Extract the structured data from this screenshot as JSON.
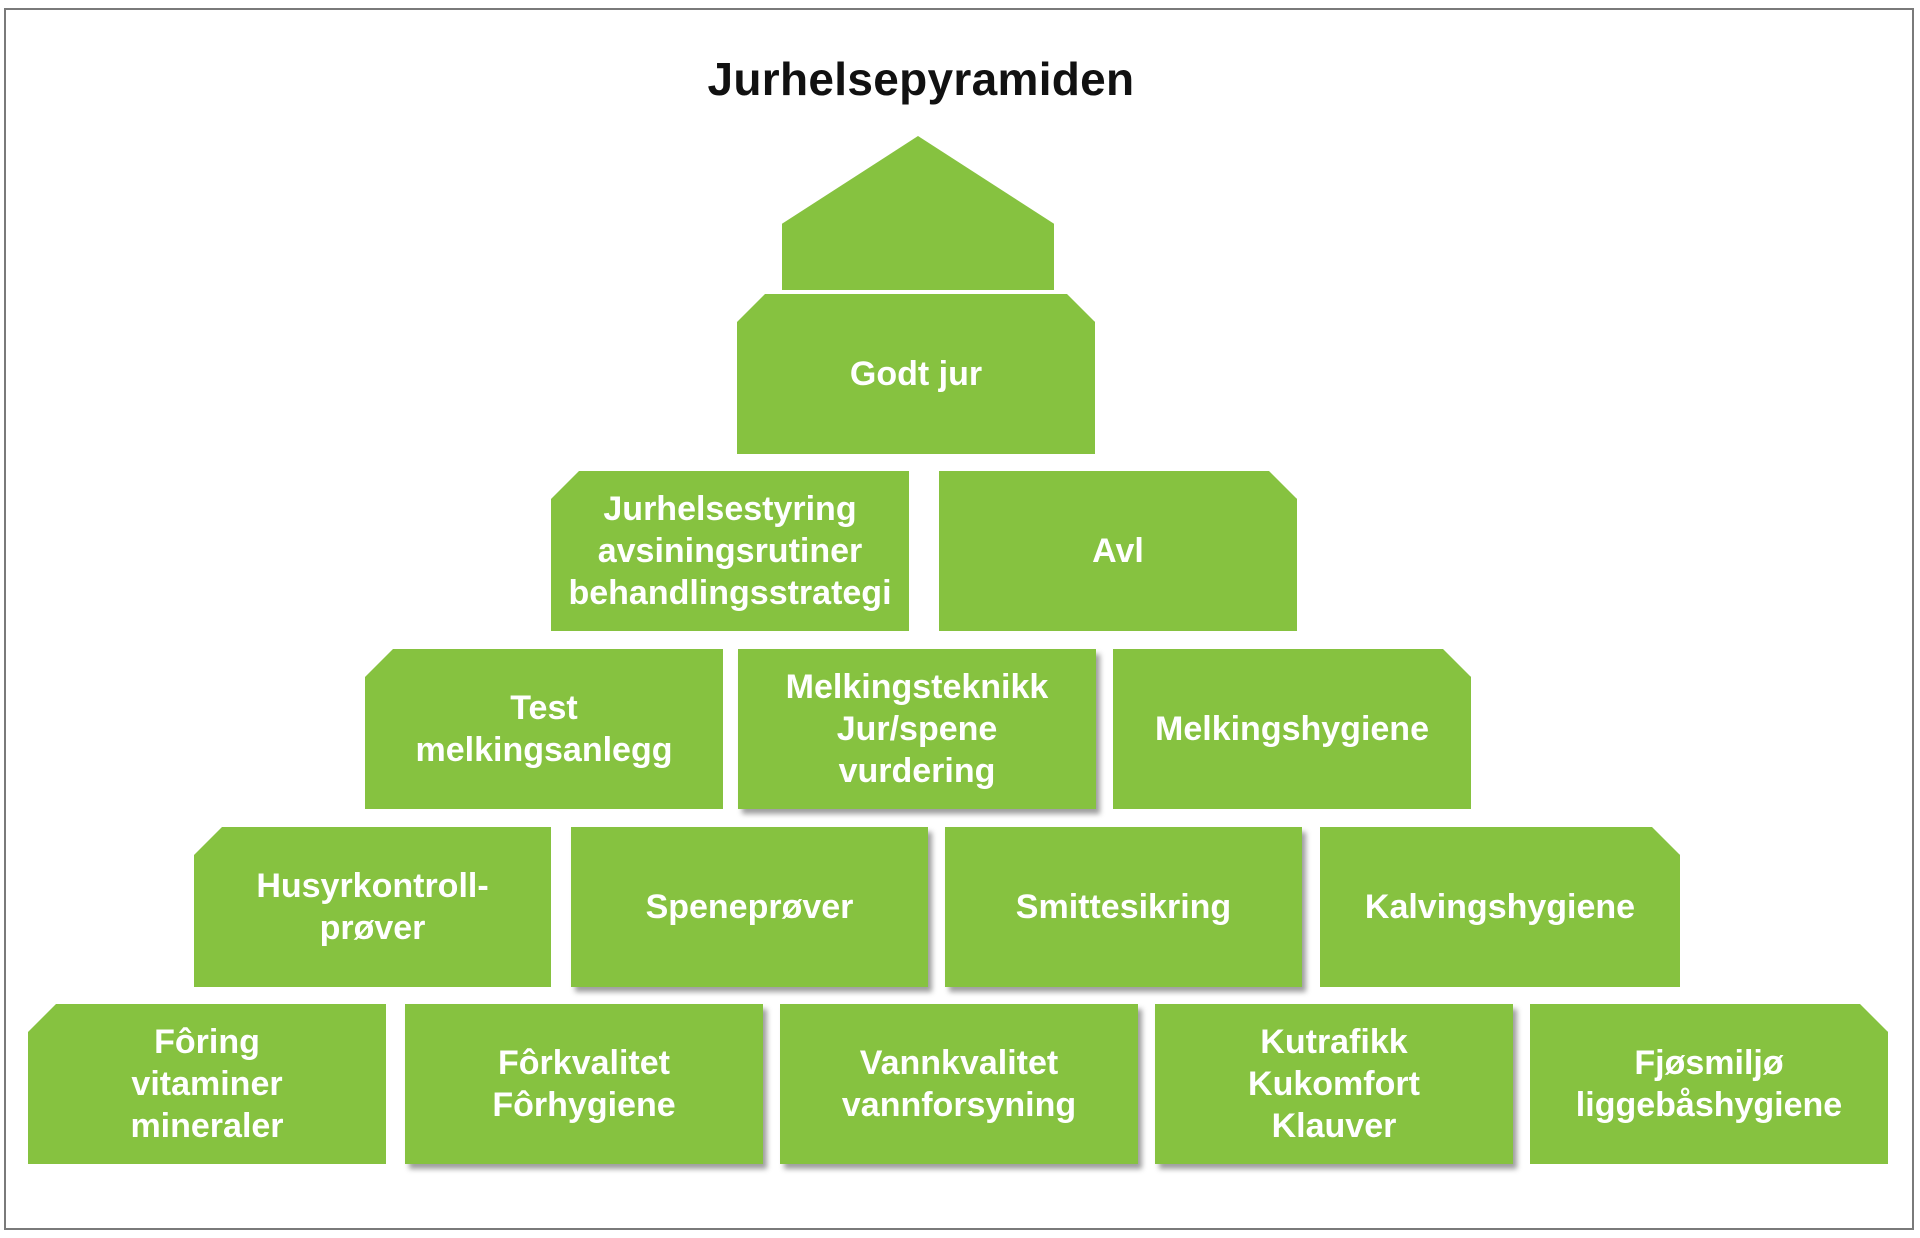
{
  "title": "Jurhelsepyramiden",
  "colors": {
    "block_fill": "#86c240",
    "text": "#ffffff",
    "title": "#111111"
  },
  "rows": [
    [
      {
        "label": "Godt jur"
      }
    ],
    [
      {
        "label": "Jurhelsestyring\navsiningsrutiner\nbehandlingsstrategi"
      },
      {
        "label": "Avl"
      }
    ],
    [
      {
        "label": "Test\nmelkingsanlegg"
      },
      {
        "label": "Melkingsteknikk\nJur/spene\nvurdering"
      },
      {
        "label": "Melkingshygiene"
      }
    ],
    [
      {
        "label": "Husyrkontroll-\nprøver"
      },
      {
        "label": "Speneprøver"
      },
      {
        "label": "Smittesikring"
      },
      {
        "label": "Kalvingshygiene"
      }
    ],
    [
      {
        "label": "Fôring\nvitaminer\nmineraler"
      },
      {
        "label": "Fôrkvalitet\nFôrhygiene"
      },
      {
        "label": "Vannkvalitet\nvannforsyning"
      },
      {
        "label": "Kutrafikk\nKukomfort\nKlauver"
      },
      {
        "label": "Fjøsmiljø\nliggebåshygiene"
      }
    ]
  ]
}
